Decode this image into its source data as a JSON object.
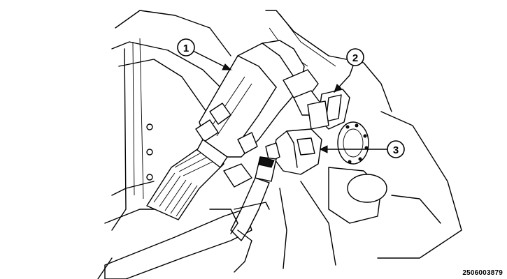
{
  "callouts": [
    {
      "label": "1"
    },
    {
      "label": "2"
    },
    {
      "label": "3"
    }
  ],
  "figure_id": "2506003879"
}
